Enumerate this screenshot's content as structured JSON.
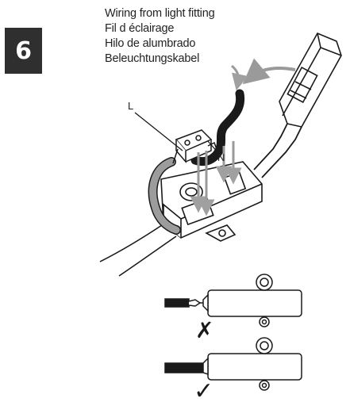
{
  "step": {
    "number": "6"
  },
  "labels": {
    "en": "Wiring from light fitting",
    "fr": "Fil d éclairage",
    "es": "Hilo de alumbrado",
    "de": "Beleuchtungskabel"
  },
  "callouts": {
    "live": "L",
    "neutral": "N"
  },
  "indicators": {
    "wrong": "✗",
    "correct": "✓"
  },
  "icons": {
    "fitting": "light-fitting-icon",
    "connector": "terminal-block-icon",
    "arrow": "curved-arrow-icon"
  }
}
